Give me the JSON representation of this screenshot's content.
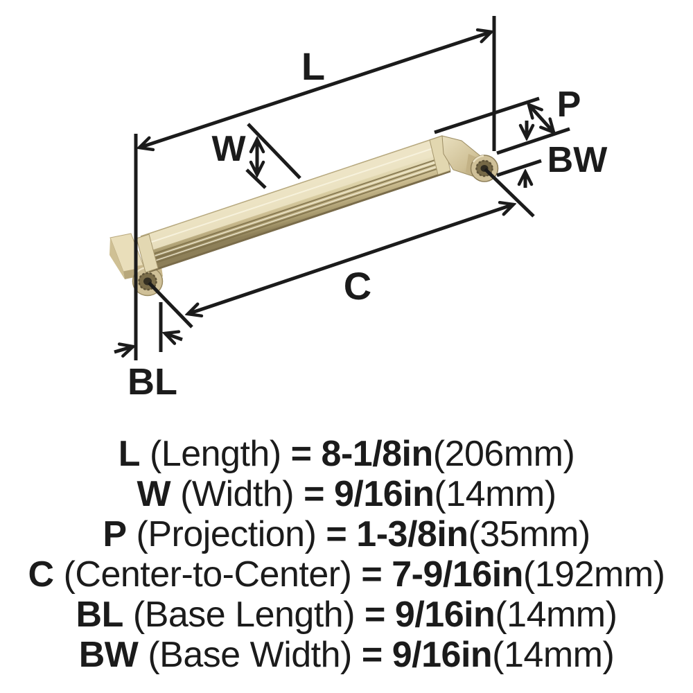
{
  "diagram": {
    "dimension_labels": {
      "l": "L",
      "w": "W",
      "p": "P",
      "bw": "BW",
      "c": "C",
      "bl": "BL"
    },
    "product": "fluted-bar-cabinet-pull-handle",
    "colors": {
      "line": "#1b1b1b",
      "brass_light": "#efe8cd",
      "brass_mid": "#cfc096",
      "brass_dark": "#8d7f58",
      "background": "#ffffff"
    }
  },
  "specs": [
    {
      "abbr": "L",
      "label": "(Length)",
      "eq": "=",
      "value": "8-1/8in",
      "metric": "(206mm)"
    },
    {
      "abbr": "W",
      "label": "(Width)",
      "eq": "=",
      "value": "9/16in",
      "metric": "(14mm)"
    },
    {
      "abbr": "P",
      "label": "(Projection)",
      "eq": "=",
      "value": "1-3/8in",
      "metric": "(35mm)"
    },
    {
      "abbr": "C",
      "label": "(Center-to-Center)",
      "eq": "=",
      "value": "7-9/16in",
      "metric": "(192mm)"
    },
    {
      "abbr": "BL",
      "label": "(Base Length)",
      "eq": "=",
      "value": "9/16in",
      "metric": "(14mm)"
    },
    {
      "abbr": "BW",
      "label": "(Base Width)",
      "eq": "=",
      "value": "9/16in",
      "metric": "(14mm)"
    }
  ]
}
